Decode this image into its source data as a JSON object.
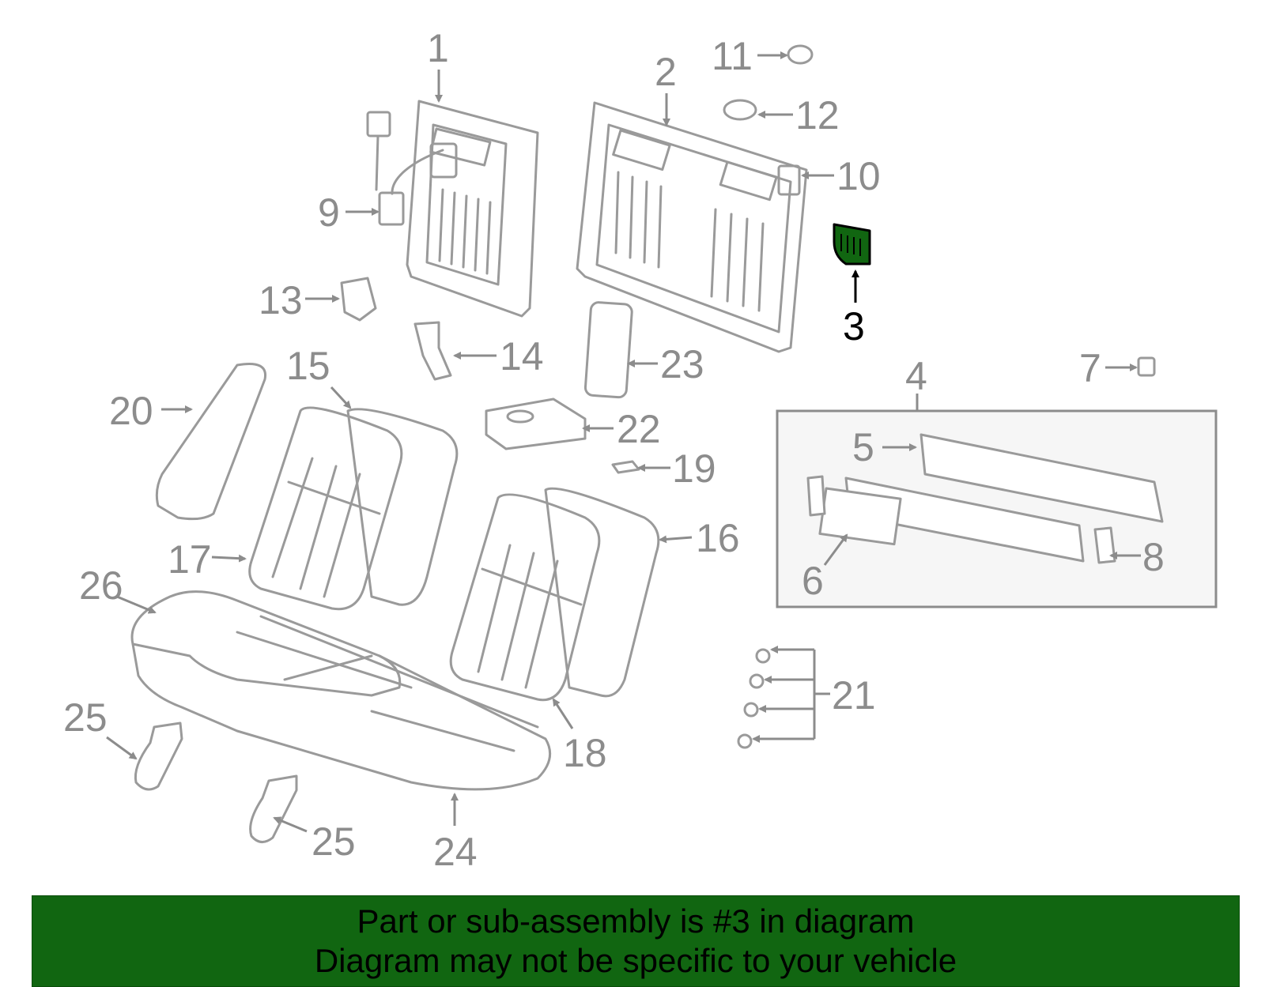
{
  "diagram": {
    "highlighted_part": "3",
    "highlight_color": "#116611",
    "labels": [
      "1",
      "2",
      "3",
      "4",
      "5",
      "6",
      "7",
      "8",
      "9",
      "10",
      "11",
      "12",
      "13",
      "14",
      "15",
      "16",
      "17",
      "18",
      "19",
      "20",
      "21",
      "22",
      "23",
      "24",
      "25",
      "25",
      "26"
    ]
  },
  "footer": {
    "background": "#116611",
    "line1": "Part or sub-assembly is #3 in diagram",
    "line2": "Diagram may not be specific to your vehicle"
  }
}
